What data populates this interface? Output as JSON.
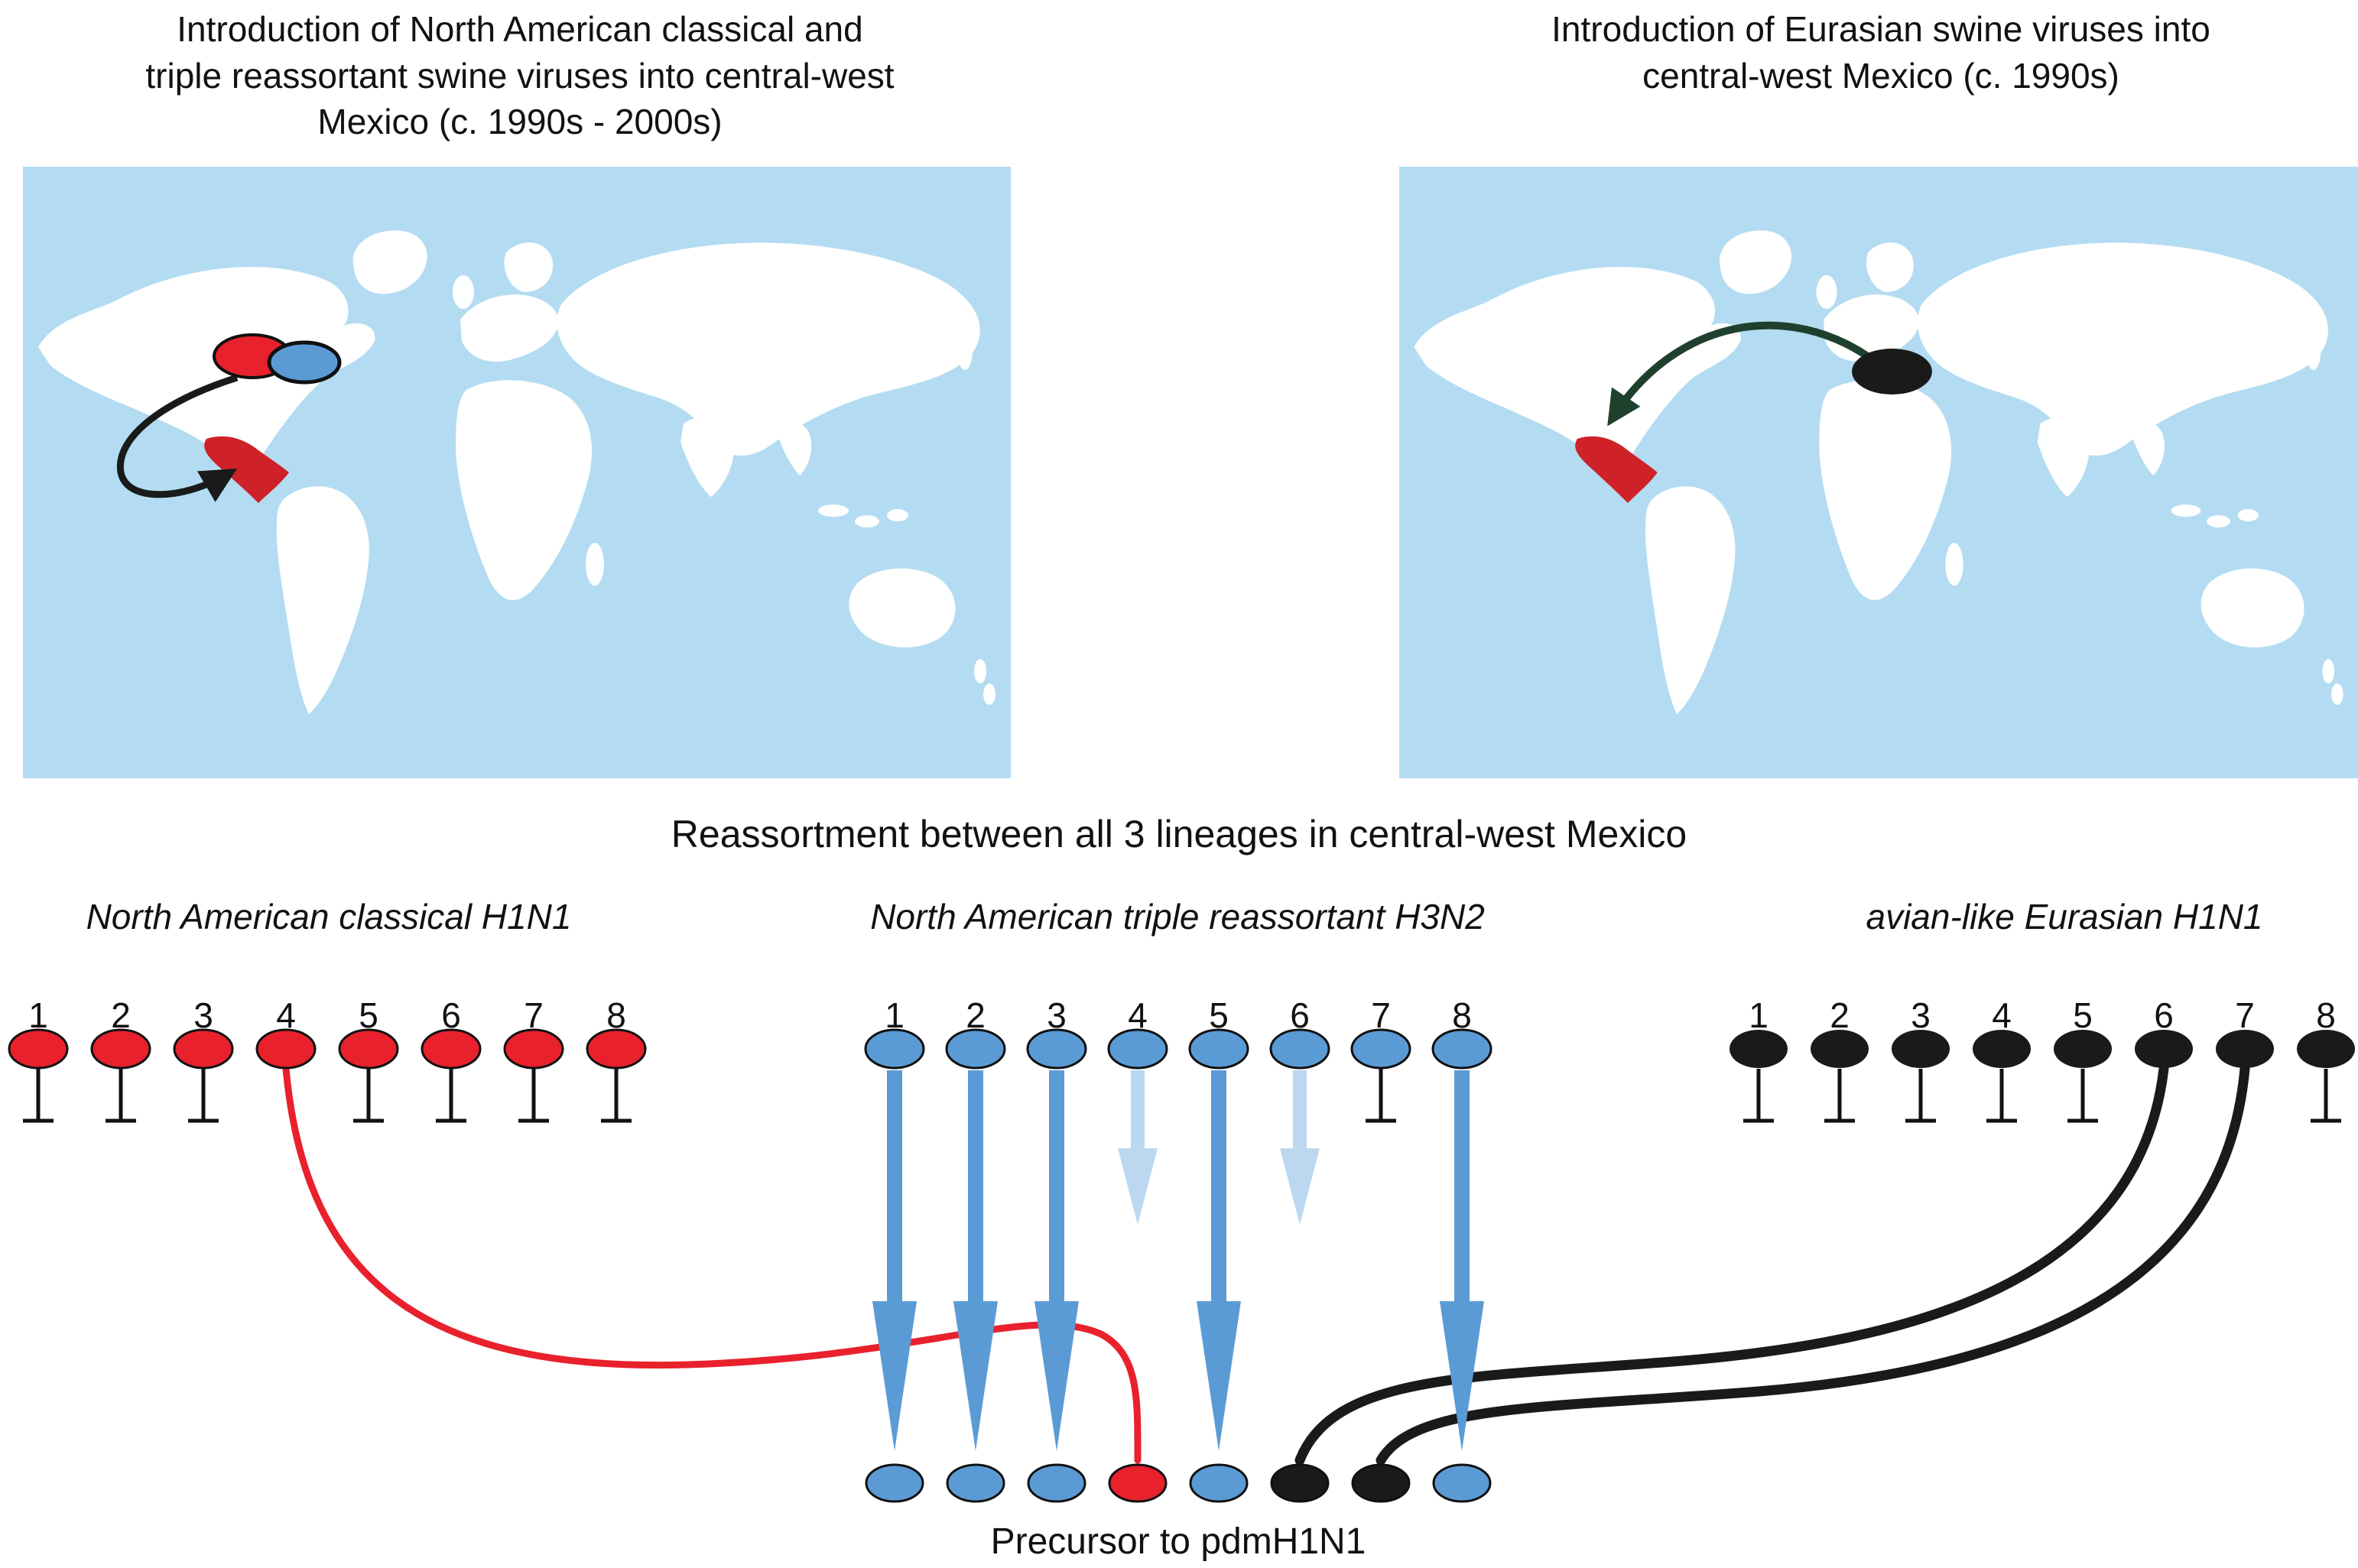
{
  "titles": {
    "left": [
      "Introduction of North American classical and",
      "triple reassortant swine viruses into central-west",
      "Mexico (c. 1990s - 2000s)"
    ],
    "right": [
      "Introduction of Eurasian swine viruses into",
      "central-west Mexico (c. 1990s)"
    ]
  },
  "reassortment": {
    "heading": "Reassortment between all 3 lineages in central-west Mexico",
    "groups": [
      {
        "label": "North American classical H1N1",
        "color": "#e8212d",
        "numbers": [
          "1",
          "2",
          "3",
          "4",
          "5",
          "6",
          "7",
          "8"
        ]
      },
      {
        "label": "North American triple reassortant H3N2",
        "color": "#5b9bd5",
        "numbers": [
          "1",
          "2",
          "3",
          "4",
          "5",
          "6",
          "7",
          "8"
        ]
      },
      {
        "label": "avian-like Eurasian H1N1",
        "color": "#1a1a1a",
        "numbers": [
          "1",
          "2",
          "3",
          "4",
          "5",
          "6",
          "7",
          "8"
        ]
      }
    ],
    "precursor": {
      "label": "Precursor to pdmH1N1",
      "segment_colors": [
        "#5b9bd5",
        "#5b9bd5",
        "#5b9bd5",
        "#e8212d",
        "#5b9bd5",
        "#1a1a1a",
        "#1a1a1a",
        "#5b9bd5"
      ]
    }
  },
  "colors": {
    "ocean": "#b3dcf2",
    "land": "#ffffff",
    "mexico": "#cf2128",
    "faded_arrow": "#bcd8f0",
    "eurasian_arrow": "#20402e"
  }
}
